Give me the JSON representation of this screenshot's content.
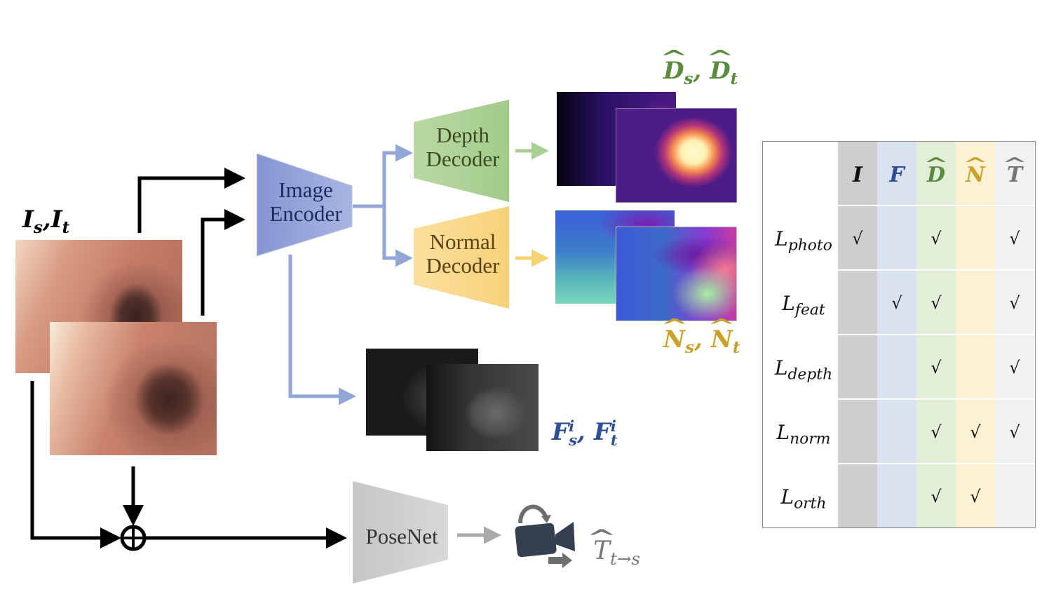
{
  "inputs": {
    "label_main": "I",
    "label_sub_s": "s",
    "label_sub_t": "t",
    "separator": ","
  },
  "encoder": {
    "line1": "Image",
    "line2": "Encoder",
    "color": "#8f9fd6"
  },
  "depth_decoder": {
    "line1": "Depth",
    "line2": "Decoder",
    "color": "#a9cf94"
  },
  "normal_decoder": {
    "line1": "Normal",
    "line2": "Decoder",
    "color": "#f7d98a"
  },
  "posenet": {
    "label": "PoseNet",
    "color": "#cfcfcf"
  },
  "outputs": {
    "depth": {
      "main": "D",
      "sub_s": "s",
      "sub_t": "t",
      "color": "#5a8a3c"
    },
    "normal": {
      "main": "N",
      "sub_s": "s",
      "sub_t": "t",
      "color": "#c9a22a"
    },
    "feature": {
      "main": "F",
      "sup": "i",
      "sub_s": "s",
      "sub_t": "t",
      "color": "#2f4f94"
    },
    "pose": {
      "main": "T",
      "sub": "t→s",
      "color": "#777777"
    }
  },
  "operator_symbol": "⊕",
  "loss_table": {
    "columns": [
      {
        "symbol": "I",
        "hat": false,
        "color": "#111111",
        "bg": "#cfcdce"
      },
      {
        "symbol": "F",
        "hat": false,
        "color": "#2f4f94",
        "bg": "#dae1ef"
      },
      {
        "symbol": "D",
        "hat": true,
        "color": "#5a8a3c",
        "bg": "#e2eed8"
      },
      {
        "symbol": "N",
        "hat": true,
        "color": "#c9a22a",
        "bg": "#fcf1d2"
      },
      {
        "symbol": "T",
        "hat": true,
        "color": "#777777",
        "bg": "#f1f1f1"
      }
    ],
    "rows": [
      {
        "loss": "L",
        "sub": "photo",
        "checks": [
          true,
          false,
          true,
          false,
          true
        ]
      },
      {
        "loss": "L",
        "sub": "feat",
        "checks": [
          false,
          true,
          true,
          false,
          true
        ]
      },
      {
        "loss": "L",
        "sub": "depth",
        "checks": [
          false,
          false,
          true,
          false,
          true
        ]
      },
      {
        "loss": "L",
        "sub": "norm",
        "checks": [
          false,
          false,
          true,
          true,
          true
        ]
      },
      {
        "loss": "L",
        "sub": "orth",
        "checks": [
          false,
          false,
          true,
          true,
          false
        ]
      }
    ],
    "check_symbol": "√"
  }
}
